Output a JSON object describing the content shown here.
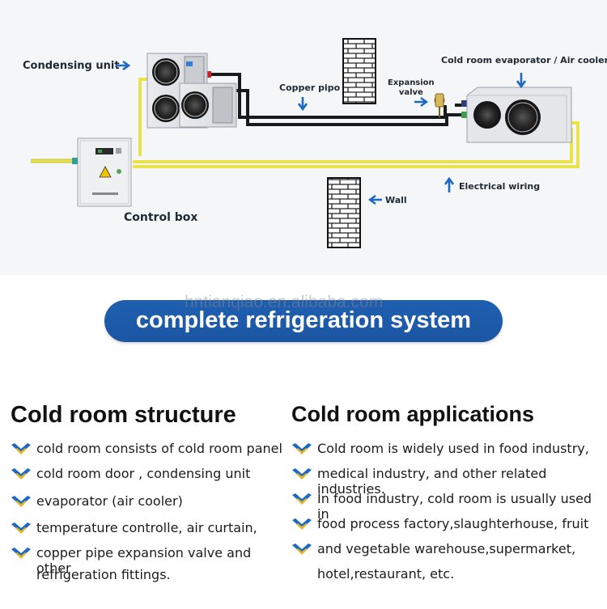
{
  "diagram": {
    "labels": {
      "condensing_unit": "Condensing unit",
      "copper_pipe": "Copper pipo",
      "expansion_valve_line1": "Expansion",
      "expansion_valve_line2": "valve",
      "evaporator": "Cold room evaporator / Air cooler",
      "control_box": "Control box",
      "electrical_wiring": "Electrical wiring",
      "wall": "Wall"
    },
    "colors": {
      "wire": "#e9e24a",
      "pipe": "#1a1a1a",
      "accent": "#1b69c4"
    }
  },
  "banner": {
    "text": "complete refrigeration system",
    "watermark": "hntianqiao.en.alibaba.com",
    "color": "#1b5aa8"
  },
  "structure": {
    "title": "Cold room structure",
    "items": [
      {
        "text": "cold room consists of cold room panel",
        "icon": "blue-gold-chevron-icon"
      },
      {
        "text": "cold room door , condensing unit",
        "icon": "blue-gold-chevron-icon"
      },
      {
        "text": "evaporator (air cooler)",
        "icon": "blue-gold-chevron-icon"
      },
      {
        "text": "temperature controlle, air curtain,",
        "icon": "blue-gold-chevron-icon"
      },
      {
        "text": "copper pipe expansion valve and other",
        "icon": "blue-gold-chevron-icon"
      },
      {
        "text": "refrigeration fittings.",
        "icon": ""
      }
    ]
  },
  "applications": {
    "title": "Cold room applications",
    "items": [
      {
        "text": "Cold room is widely used in food industry,",
        "icon": "blue-gold-chevron-icon"
      },
      {
        "text": "medical industry, and other related industries.",
        "icon": "blue-gold-chevron-icon"
      },
      {
        "text": "In food industry, cold room is usually used in",
        "icon": "blue-gold-chevron-icon"
      },
      {
        "text": "food process factory,slaughterhouse, fruit",
        "icon": "blue-gold-chevron-icon"
      },
      {
        "text": "and vegetable warehouse,supermarket,",
        "icon": "blue-gold-chevron-icon"
      },
      {
        "text": "hotel,restaurant, etc.",
        "icon": ""
      }
    ]
  }
}
